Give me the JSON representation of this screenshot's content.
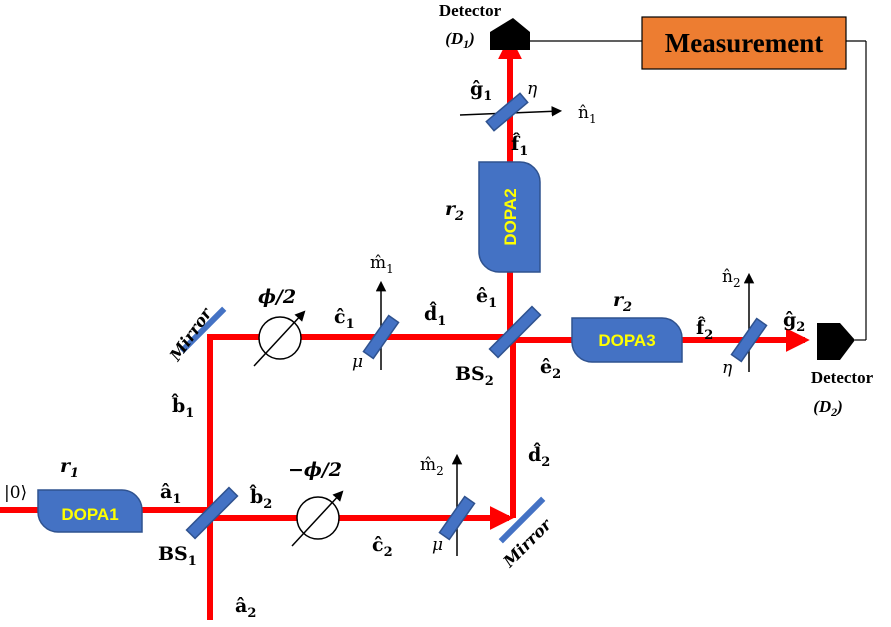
{
  "labels": {
    "ket0": "|0⟩",
    "r1": "r",
    "r1_sub": "1",
    "r2_top": "r",
    "r2_top_sub": "2",
    "r2_right": "r",
    "r2_right_sub": "2",
    "a1": "â",
    "a1_sub": "1",
    "a2": "â",
    "a2_sub": "2",
    "b1": "b̂",
    "b1_sub": "1",
    "b2": "b̂",
    "b2_sub": "2",
    "c1": "ĉ",
    "c1_sub": "1",
    "c2": "ĉ",
    "c2_sub": "2",
    "d1": "d̂",
    "d1_sub": "1",
    "d2": "d̂",
    "d2_sub": "2",
    "e1": "ê",
    "e1_sub": "1",
    "e2": "ê",
    "e2_sub": "2",
    "f1": "f̂",
    "f1_sub": "1",
    "f2": "f̂",
    "f2_sub": "2",
    "g1": "ĝ",
    "g1_sub": "1",
    "g2": "ĝ",
    "g2_sub": "2",
    "m1": "m̂",
    "m1_sub": "1",
    "m2": "m̂",
    "m2_sub": "2",
    "n1": "n̂",
    "n1_sub": "1",
    "n2": "n̂",
    "n2_sub": "2",
    "mu_top": "μ",
    "mu_bottom": "μ",
    "eta_top": "η",
    "eta_right": "η",
    "phi_top": "ϕ/2",
    "phi_bottom": "−ϕ/2",
    "bs1": "BS",
    "bs1_sub": "1",
    "bs2": "BS",
    "bs2_sub": "2",
    "mirror_top": "Mirror",
    "mirror_bottom": "Mirror",
    "dopa1": "DOPA1",
    "dopa2": "DOPA2",
    "dopa3": "DOPA3",
    "measurement": "Measurement",
    "detector1_name": "Detector",
    "detector1_id": "(D",
    "detector1_sub": "1",
    "detector1_close": ")",
    "detector2_name": "Detector",
    "detector2_id": "(D",
    "detector2_sub": "2",
    "detector2_close": ")"
  },
  "colors": {
    "beam": "#ff0000",
    "element": "#4472c4",
    "dopa_text": "#ffff00",
    "measurement_box": "#ed7d31",
    "detector": "#000000"
  }
}
